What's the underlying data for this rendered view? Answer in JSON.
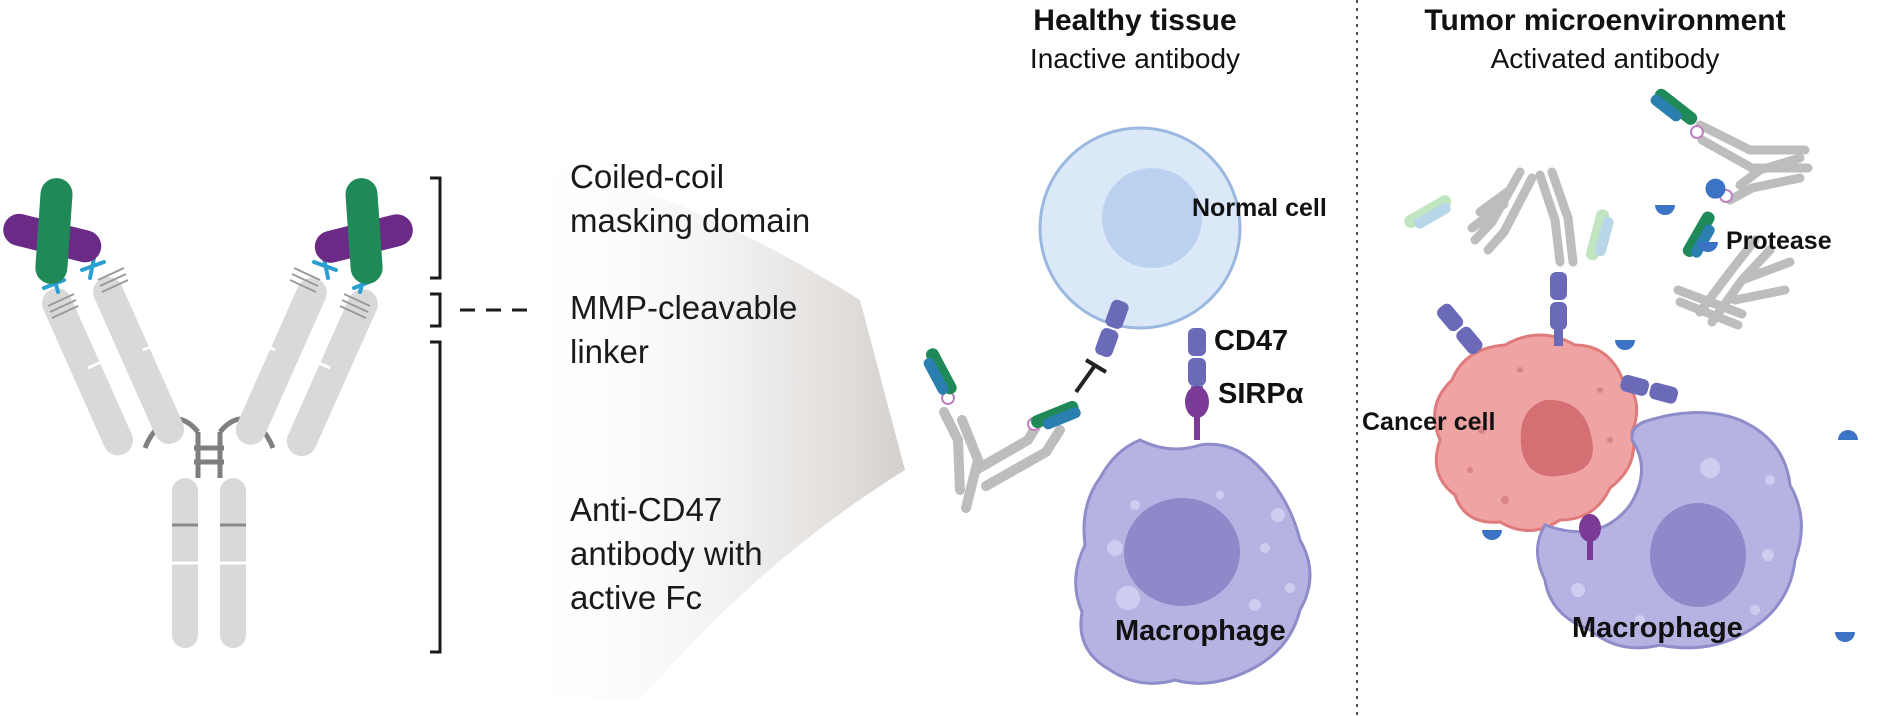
{
  "legend": {
    "masking_domain": [
      "Coiled-coil",
      "masking domain"
    ],
    "linker": [
      "MMP-cleavable",
      "linker"
    ],
    "antibody": [
      "Anti-CD47",
      "antibody with",
      "active Fc"
    ]
  },
  "healthy_panel": {
    "title": "Healthy tissue",
    "subtitle": "Inactive antibody",
    "normal_cell": "Normal cell",
    "cd47": "CD47",
    "sirpa": "SIRPα",
    "macrophage": "Macrophage"
  },
  "tumor_panel": {
    "title": "Tumor microenvironment",
    "subtitle": "Activated antibody",
    "protease": "Protease",
    "cancer_cell": "Cancer cell",
    "macrophage": "Macrophage"
  },
  "colors": {
    "antibody_grey": "#d9d9d9",
    "mask_green": "#1f8a57",
    "mask_purple": "#6a2a86",
    "linker_blue": "#2a9fd0",
    "receptor_purple": "#6a6ab8",
    "macrophage_fill": "#b6b3e3",
    "normal_cell_fill": "#dbe8f8",
    "cancer_cell_fill": "#f0a3a3",
    "protease_blue": "#3d73c4"
  }
}
